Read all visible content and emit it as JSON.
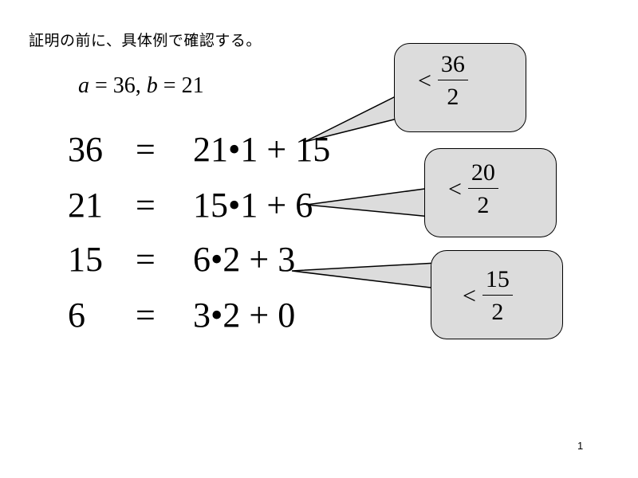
{
  "heading": "証明の前に、具体例で確認する。",
  "given": {
    "a_var": "a",
    "a_value": " = 36, ",
    "b_var": "b",
    "b_value": " = 21"
  },
  "equations": [
    {
      "lhs": "36",
      "eq": "=",
      "rhs": "21•1 + 15"
    },
    {
      "lhs": "21",
      "eq": "=",
      "rhs": "15•1 + 6"
    },
    {
      "lhs": "15",
      "eq": "=",
      "rhs": "6•2 + 3"
    },
    {
      "lhs": "6",
      "eq": "=",
      "rhs": "3•2 + 0"
    }
  ],
  "callouts": [
    {
      "symbol": "<",
      "numerator": "36",
      "denominator": "2"
    },
    {
      "symbol": "<",
      "numerator": "20",
      "denominator": "2"
    },
    {
      "symbol": "<",
      "numerator": "15",
      "denominator": "2"
    }
  ],
  "page_number": "1"
}
